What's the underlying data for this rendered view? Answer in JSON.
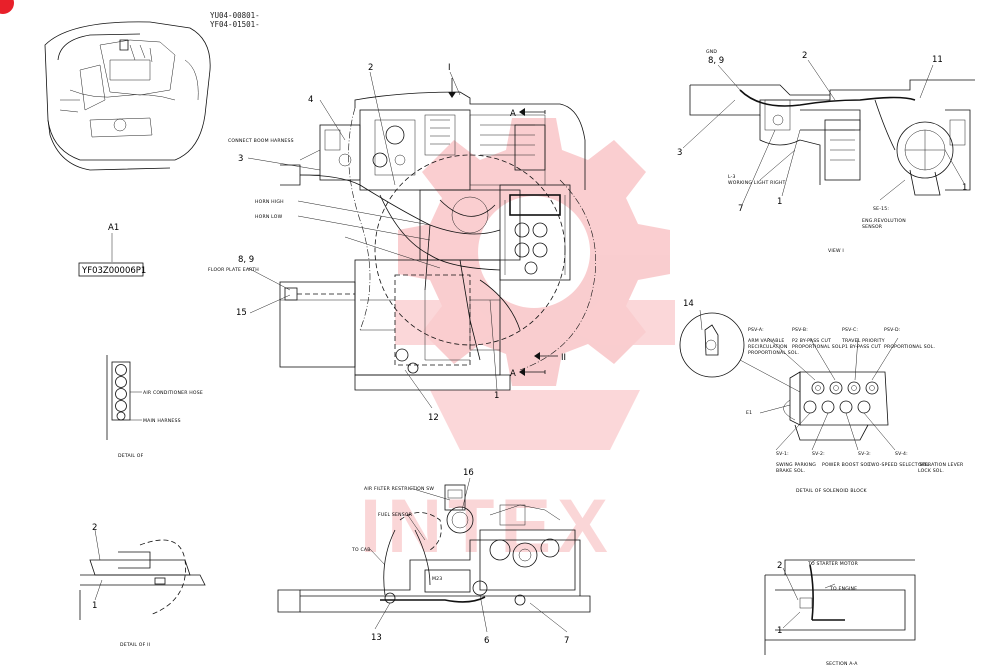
{
  "header": {
    "serial_1": "YU04-00801-",
    "serial_2": "YF04-01501-"
  },
  "watermark": {
    "text": "INTEX",
    "color": "#e8202a"
  },
  "part_box": {
    "callout": "A1",
    "part_number": "YF03Z00006P1"
  },
  "callouts": {
    "c1": "1",
    "c2": "2",
    "c3": "3",
    "c4": "4",
    "c6": "6",
    "c7": "7",
    "c89": "8, 9",
    "c11": "11",
    "c12": "12",
    "c13": "13",
    "c14": "14",
    "c15": "15",
    "c16": "16",
    "cI": "I",
    "cII": "II",
    "cA": "A"
  },
  "labels": {
    "connect_boom_harness": "CONNECT BOOM HARNESS",
    "horn_high": "HORN HIGH",
    "horn_low": "HORN LOW",
    "floor_plate_earth": "FLOOR PLATE EARTH",
    "air_conditioner_hose": "AIR CONDITIONER HOSE",
    "main_harness": "MAIN HARNESS",
    "gnd": "GND",
    "working_light_l3": "L-3",
    "working_light_right": "WORKING LIGHT RIGHT",
    "se15": "SE-15:",
    "eng_revolution": "ENG.REVOLUTION",
    "sensor": "SENSOR",
    "psv_a": "PSV-A:",
    "psv_b": "PSV-B:",
    "psv_c": "PSV-C:",
    "psv_d": "PSV-D:",
    "arm_variable": "ARM VARIABLE",
    "recirculation": "RECIRCULATION",
    "proportional_sol": "PROPORTIONAL SOL.",
    "p2_bypass": "P2 BY-PASS CUT",
    "p2_prop": "PROPORTIONAL SOL.",
    "travel_priority": "TRAVEL PRIORITY",
    "p1_bypass": "P1 BY-PASS CUT",
    "p1_prop": "PROPORTIONAL SOL.",
    "sv1": "SV-1:",
    "sv2": "SV-2:",
    "sv3": "SV-3:",
    "sv4": "SV-4:",
    "swing_parking": "SWING PARKING",
    "brake_sol": "BRAKE SOL.",
    "power_boost": "POWER BOOST SOL.",
    "two_speed": "TWO-SPEED SELECT SOL.",
    "operation_lever": "OPERATION LEVER",
    "lock_sol": "LOCK SOL.",
    "e1": "E1",
    "air_filter": "AIR FILTER RESTRICTION SW",
    "fuel_sensor": "FUEL SENSOR",
    "to_cab": "TO CAB",
    "to_starter_motor": "TO STARTER MOTOR",
    "to_engine": "TO ENGINE",
    "m23": "M23"
  },
  "captions": {
    "view_i": "VIEW I",
    "detail_solenoid": "DETAIL OF SOLENOID BLOCK",
    "detail_of": "DETAIL OF",
    "detail_of_ii": "DETAIL OF II",
    "section_aa": "SECTION A-A"
  }
}
